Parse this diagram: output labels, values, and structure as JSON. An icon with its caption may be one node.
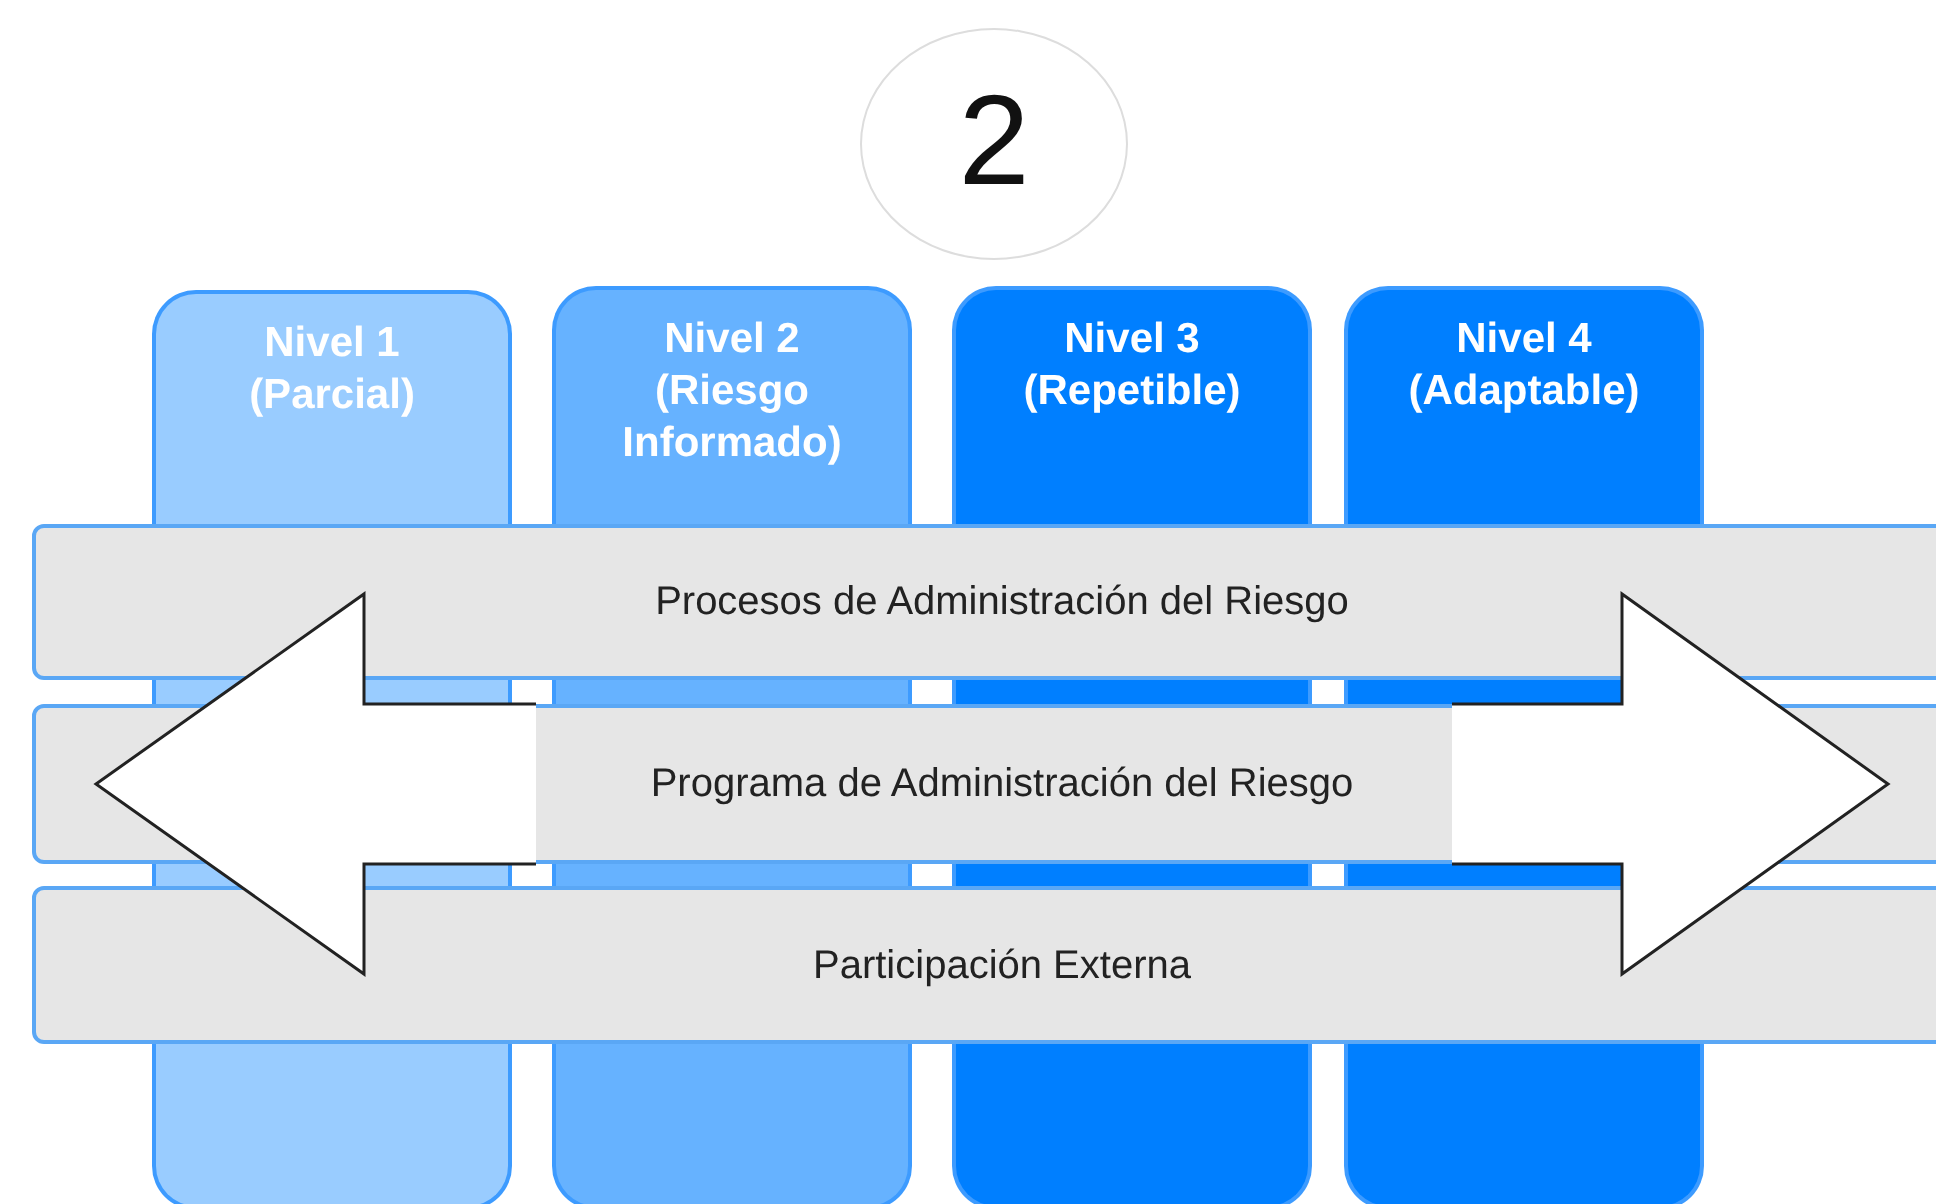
{
  "diagram": {
    "nodes": [
      {
        "text": [
          "2"
        ]
      },
      {
        "text": [
          "Nivel 1 (Parcial)"
        ]
      },
      {
        "text": [
          "Nivel 2 (Riesgo Informado)"
        ]
      },
      {
        "text": [
          "Nivel 3 (Repetible)"
        ]
      },
      {
        "text": [
          "Nivel 4 (Adaptable)"
        ]
      },
      {
        "text": [
          "Procesos de Administración del Riesgo"
        ]
      },
      {
        "text": [
          "Programa de Administración del Riesgo"
        ]
      },
      {
        "text": [
          "Participación Externa"
        ]
      }
    ]
  }
}
